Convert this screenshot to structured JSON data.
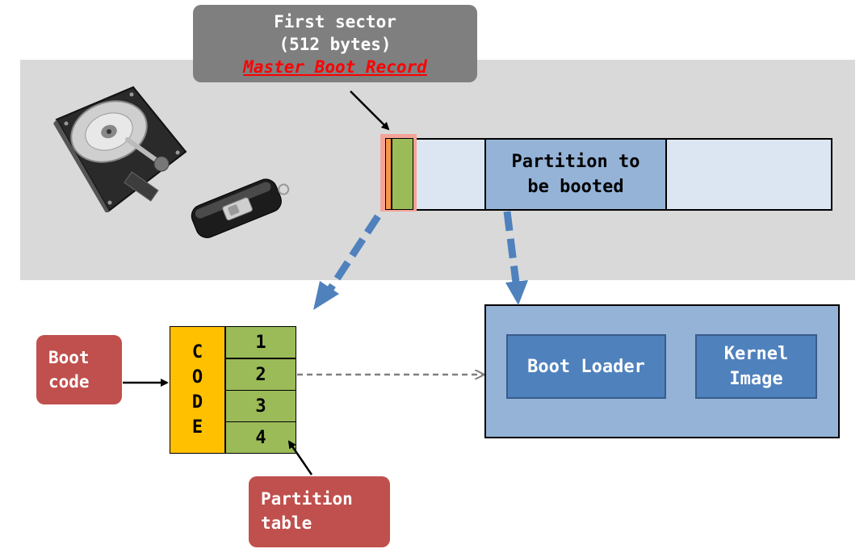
{
  "callout": {
    "line1": "First sector",
    "line2": "(512 bytes)",
    "mbr": "Master Boot Record"
  },
  "disk": {
    "partition_line1": "Partition to",
    "partition_line2": "be booted"
  },
  "mbr_block": {
    "code_letters": [
      "C",
      "O",
      "D",
      "E"
    ],
    "partition_entries": [
      "1",
      "2",
      "3",
      "4"
    ]
  },
  "labels": {
    "boot_code_line1": "Boot",
    "boot_code_line2": "code",
    "partition_table_line1": "Partition",
    "partition_table_line2": "table"
  },
  "boot_partition": {
    "boot_loader": "Boot Loader",
    "kernel_line1": "Kernel",
    "kernel_line2": "Image"
  },
  "colors": {
    "callout_gray": "#7f7f7f",
    "mbr_red": "#ff0000",
    "disk_band": "#d9d9d9",
    "disk_strip": "#dce6f2",
    "partition_blue": "#95b3d7",
    "inner_box_blue": "#4f81bd",
    "arrow_blue": "#4f81bd",
    "code_yellow": "#ffc000",
    "table_green": "#9bbb59",
    "label_red": "#c0504d",
    "mbr_orange": "#f79646"
  },
  "icons": [
    "hard-disk-drive-icon",
    "usb-flash-drive-icon"
  ]
}
